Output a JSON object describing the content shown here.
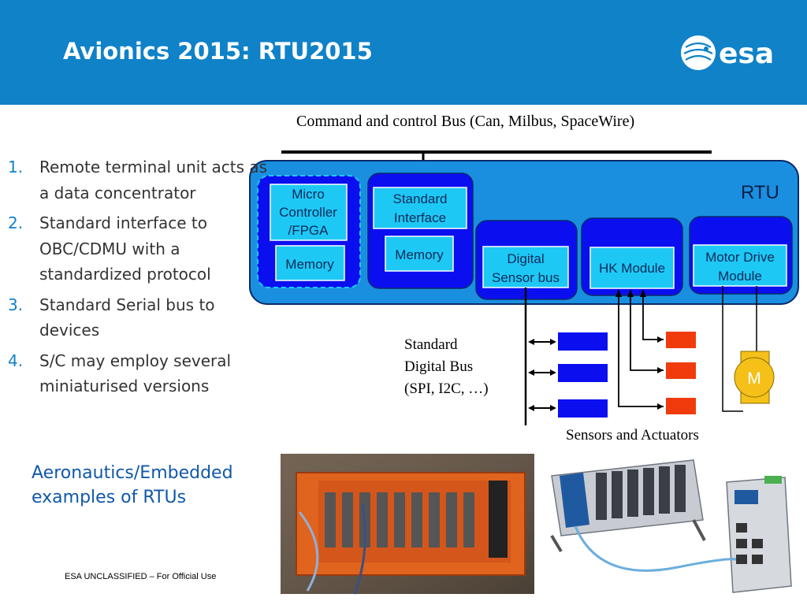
{
  "header": {
    "title": "Avionics 2015: RTU2015",
    "logo_text": "esa"
  },
  "diagram": {
    "bus_label": "Command and control Bus (Can, Milbus, SpaceWire)",
    "rtu_label": "RTU",
    "micro_controller": [
      "Micro",
      "Controller",
      "/FPGA"
    ],
    "memory_1": "Memory",
    "standard_interface": [
      "Standard",
      "Interface"
    ],
    "memory_2": "Memory",
    "digital_sensor_bus": [
      "Digital",
      "Sensor bus"
    ],
    "hk_module": "HK Module",
    "motor_drive": [
      "Motor Drive",
      "Module"
    ],
    "digital_bus_label": [
      "Standard",
      "Digital Bus",
      "(SPI, I2C, …)"
    ],
    "motor_symbol": "M",
    "sensors_label": "Sensors and Actuators"
  },
  "list": [
    {
      "num": "1.",
      "text": "Remote terminal unit acts as a data concentrator"
    },
    {
      "num": "2.",
      "text": "Standard interface to OBC/CDMU with a standardized protocol"
    },
    {
      "num": "3.",
      "text": "Standard Serial bus to devices"
    },
    {
      "num": "4.",
      "text": "S/C may employ several miniaturised versions"
    }
  ],
  "subtitle": "Aeronautics/Embedded examples of RTUs",
  "footer": "ESA UNCLASSIFIED – For Official Use",
  "colors": {
    "header_blue": "#0f82c8",
    "rtu_blue": "#1a8fe0",
    "module_blue": "#0b0ff0",
    "box_cyan": "#1ec8f5",
    "actuator_red": "#f03c0c",
    "motor_yellow": "#f5c018"
  }
}
